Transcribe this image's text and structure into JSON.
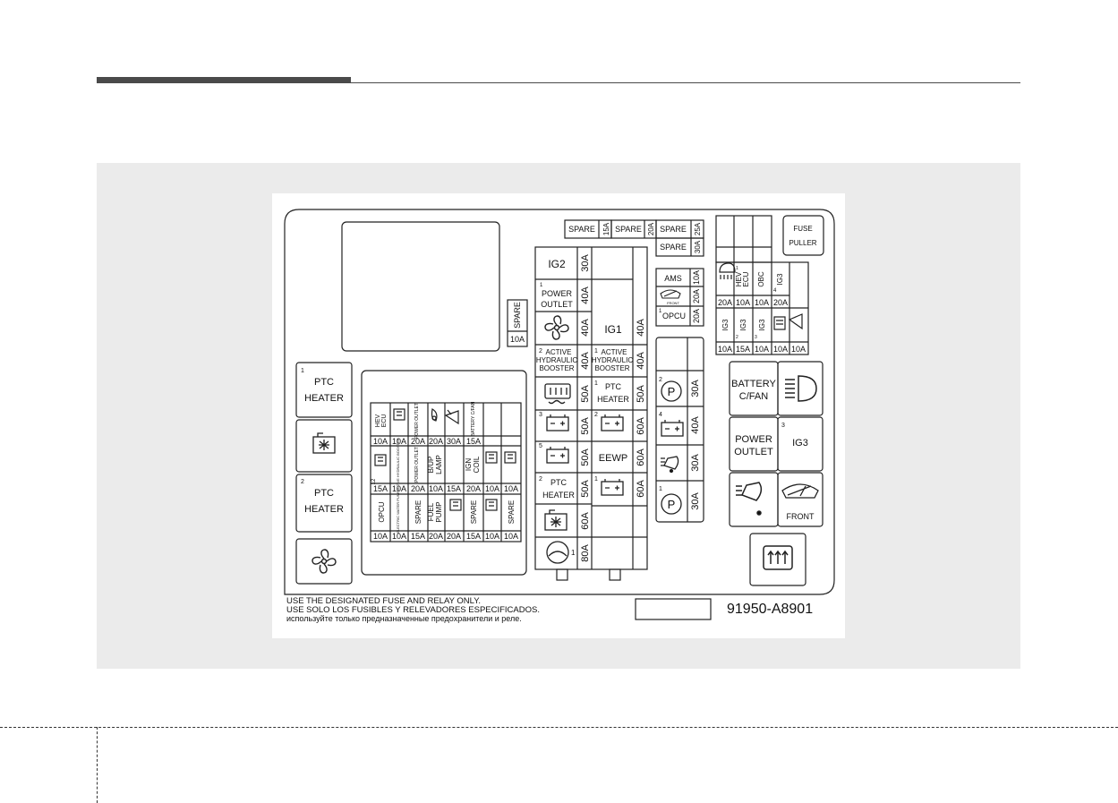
{
  "diagram": {
    "fuse": {
      "spare_label": "SPARE",
      "15a": "15A",
      "20a": "20A",
      "25a": "25A",
      "30a": "30A",
      "10a": "10A",
      "40a": "40A",
      "50a": "50A",
      "60a": "60A",
      "80a": "80A",
      "ig2": "IG2",
      "ig1": "IG1",
      "ig3": "IG3",
      "power": "POWER",
      "outlet": "OUTLET",
      "active": "ACTIVE",
      "hydraulic": "HYDRAULIC",
      "booster": "BOOSTER",
      "ptc": "PTC",
      "heater": "HEATER",
      "eewp": "EEWP",
      "ams": "AMS",
      "opcu": "OPCU",
      "front": "FRONT",
      "hev": "HEV",
      "ecu": "ECU",
      "obc": "OBC",
      "fuse_w": "FUSE",
      "puller": "PULLER",
      "battery": "BATTERY",
      "cfan": "C/FAN",
      "battery_cfan_small": "BATTERY C/FAN",
      "blup": "B/UP",
      "lamp": "LAMP",
      "ign": "IGN",
      "coil": "COIL",
      "fuel": "FUEL",
      "pump": "PUMP",
      "electric_water_pump": "ELECTRIC WATER PUMP",
      "active_hydraulic_booster_small": "ACTIVE HYDRAULIC BOOSTER",
      "power_outlet_small": "POWER OUTLET",
      "n1": "1",
      "n2": "2",
      "n3": "3",
      "n4": "4",
      "n5": "5",
      "n12": "12",
      "notice_en": "USE THE DESIGNATED FUSE AND RELAY ONLY.",
      "notice_es": "USE SOLO LOS FUSIBLES Y RELEVADORES ESPECIFICADOS.",
      "notice_ru": "используйте только предназначенные предохранители и реле.",
      "part_number": "91950-A8901"
    }
  }
}
